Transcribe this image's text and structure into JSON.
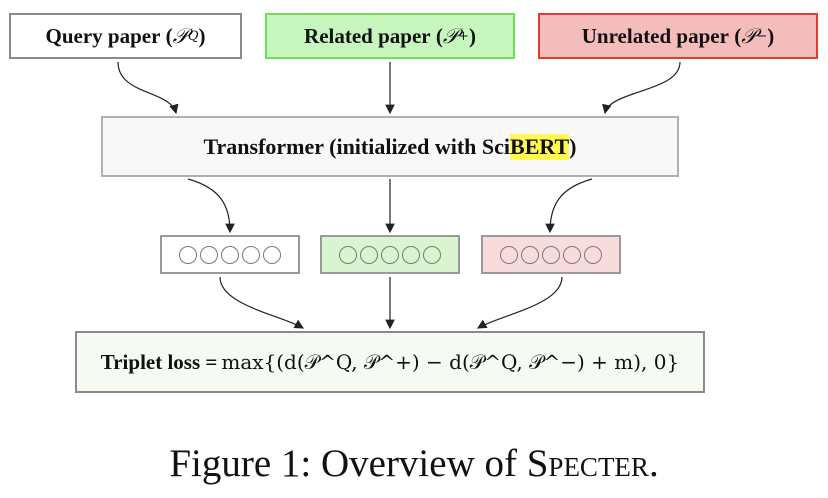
{
  "inputs": {
    "query": {
      "label": "Query paper",
      "symbol": "𝒫",
      "sup": "Q"
    },
    "related": {
      "label": "Related paper",
      "symbol": "𝒫",
      "sup": "+"
    },
    "unrelated": {
      "label": "Unrelated paper",
      "symbol": "𝒫",
      "sup": "−"
    }
  },
  "transformer": {
    "prefix": "Transformer (initialized with Sci",
    "highlight": "BERT",
    "suffix": ")"
  },
  "loss": {
    "label": "Triplet loss =",
    "formula_text": "max{(d(𝒫^Q, 𝒫^+) − d(𝒫^Q, 𝒫^−) + m), 0}"
  },
  "caption": {
    "prefix": "Figure 1: Overview of ",
    "name": "Specter",
    "suffix": "."
  },
  "colors": {
    "related_fill": "#c6f6be",
    "related_border": "#6ee05c",
    "unrelated_fill": "#f5bcbc",
    "unrelated_border": "#df3b30",
    "highlight": "#fff952"
  }
}
